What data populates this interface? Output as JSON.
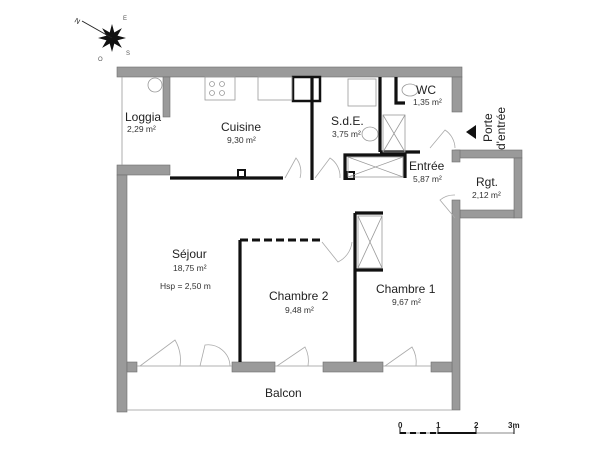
{
  "compass": {
    "n": "N",
    "e": "E",
    "s": "S",
    "o": "O"
  },
  "rooms": {
    "loggia": {
      "name": "Loggia",
      "area": "2,29 m²"
    },
    "cuisine": {
      "name": "Cuisine",
      "area": "9,30 m²"
    },
    "sde": {
      "name": "S.d.E.",
      "area": "3,75 m²"
    },
    "wc": {
      "name": "WC",
      "area": "1,35 m²"
    },
    "entree": {
      "name": "Entrée",
      "area": "5,87 m²"
    },
    "rgt": {
      "name": "Rgt.",
      "area": "2,12 m²"
    },
    "sejour": {
      "name": "Séjour",
      "area": "18,75 m²",
      "height": "Hsp = 2,50 m"
    },
    "chambre2": {
      "name": "Chambre 2",
      "area": "9,48 m²"
    },
    "chambre1": {
      "name": "Chambre 1",
      "area": "9,67 m²"
    },
    "balcon": {
      "name": "Balcon"
    }
  },
  "entrance": {
    "line1": "Porte",
    "line2": "d'entrée"
  },
  "scale_bar": {
    "ticks": [
      "0",
      "1",
      "2",
      "3m"
    ]
  },
  "colors": {
    "wall": "#9a9a9a",
    "partition": "#111111"
  }
}
